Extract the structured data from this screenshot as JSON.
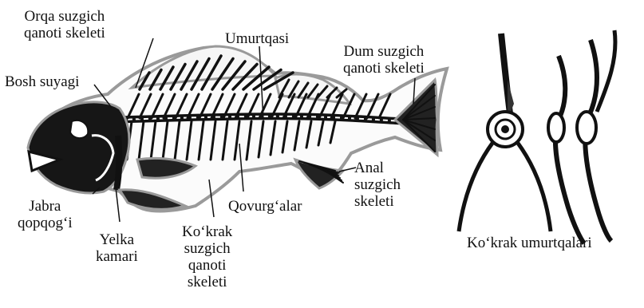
{
  "labels": {
    "dorsal_fin": [
      "Orqa suzgich",
      "qanoti  skeleti"
    ],
    "skull": "Bosh  suyagi",
    "spine": "Umurtqasi",
    "tail_fin": [
      "Dum  suzgich",
      "qanoti  skeleti"
    ],
    "anal_fin": [
      "Anal",
      "suzgich",
      "skeleti"
    ],
    "ribs": "Qovurg‘alar",
    "gill_cover": [
      "Jabra",
      "qopqog‘i"
    ],
    "shoulder_girdle": [
      "Yelka",
      "kamari"
    ],
    "pectoral_fin": [
      "Ko‘krak",
      "suzgich",
      "qanoti",
      "skeleti"
    ],
    "thoracic_vertebrae": "Ko‘krak umurtqalari"
  },
  "colors": {
    "ink": "#111111",
    "outline": "#9a9a9a",
    "bone": "#ffffff"
  }
}
